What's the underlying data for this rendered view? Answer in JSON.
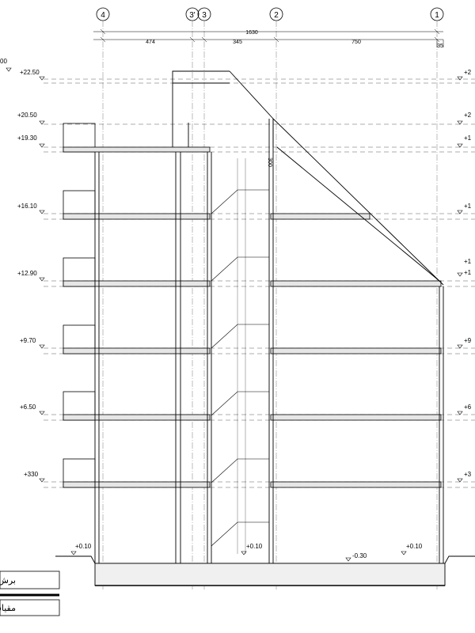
{
  "grid_axes": [
    "4",
    "3'",
    "3",
    "2",
    "1"
  ],
  "dimensions": {
    "total": "1630",
    "segments": [
      "474",
      "345",
      "750"
    ],
    "right_offset": "35",
    "stair_head": "300"
  },
  "levels_left": [
    "+22.50",
    "+20.50",
    "+19.30",
    "+16.10",
    "+12.90",
    "+9.70",
    "+6.50",
    "+330",
    "+0.10"
  ],
  "levels_right_partial": [
    "+2",
    "+2",
    "+1",
    "+1",
    "+1",
    "+1",
    "+9",
    "+6",
    "+3"
  ],
  "top_left_fragment": "00",
  "ground_levels": [
    "+0.10",
    "-0.30",
    "+0.10"
  ],
  "title_block": {
    "section_title": "برش",
    "scale_label": "مقیاس"
  }
}
